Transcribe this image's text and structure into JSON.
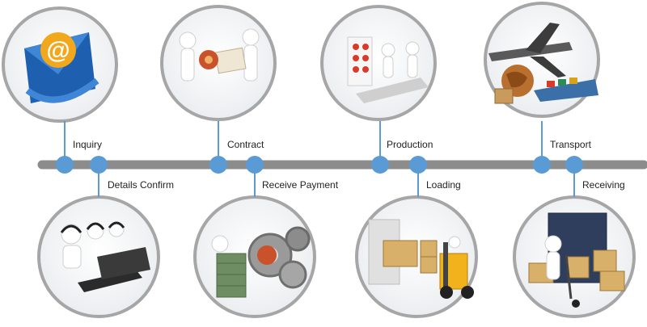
{
  "steps": [
    {
      "id": "inquiry",
      "label": "Inquiry",
      "side": "top",
      "icon": "email-at-icon"
    },
    {
      "id": "details-confirm",
      "label": "Details Confirm",
      "side": "bottom",
      "icon": "call-center-icon"
    },
    {
      "id": "contract",
      "label": "Contract",
      "side": "top",
      "icon": "handshake-contract-icon"
    },
    {
      "id": "receive-payment",
      "label": "Receive Payment",
      "side": "bottom",
      "icon": "money-gears-icon"
    },
    {
      "id": "production",
      "label": "Production",
      "side": "top",
      "icon": "factory-assembly-icon"
    },
    {
      "id": "loading",
      "label": "Loading",
      "side": "bottom",
      "icon": "forklift-icon"
    },
    {
      "id": "transport",
      "label": "Transport",
      "side": "top",
      "icon": "plane-ship-globe-icon"
    },
    {
      "id": "receiving",
      "label": "Receiving",
      "side": "bottom",
      "icon": "hand-truck-boxes-icon"
    }
  ],
  "colors": {
    "timeline": "#8c8c8c",
    "node": "#5b9bd5",
    "connector": "#5b9bd5",
    "circle_border": "#a6a6a6",
    "circle_fill": "#f4f4f4"
  }
}
